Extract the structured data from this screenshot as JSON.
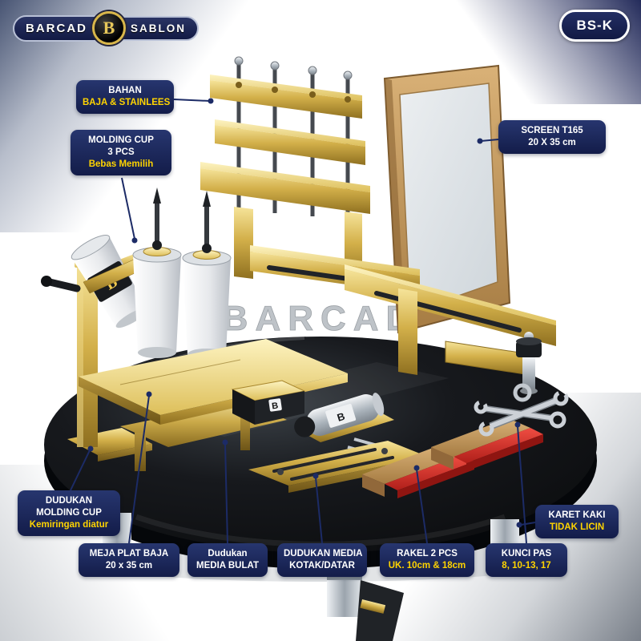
{
  "header": {
    "logo": {
      "left": "BARCAD",
      "emblem": "B",
      "right": "SABLON"
    },
    "model_badge": "BS-K"
  },
  "watermark": "BARCAD",
  "colors": {
    "navy_box": "#1b2a5e",
    "accent_yellow": "#ffd400",
    "gold": "#d3b04a",
    "wood": "#c8a06a",
    "rakel_red": "#d0302a",
    "base_black": "#0b0d10",
    "chrome": "#aab3bb"
  },
  "callouts": {
    "bahan": {
      "lines": [
        {
          "text": "BAHAN"
        },
        {
          "text": "BAJA & STAINLEES",
          "accent": true
        }
      ]
    },
    "molding_cup": {
      "lines": [
        {
          "text": "MOLDING CUP"
        },
        {
          "text": "3 PCS"
        },
        {
          "text": "Bebas Memilih",
          "accent": true
        }
      ]
    },
    "screen": {
      "lines": [
        {
          "text": "SCREEN T165"
        },
        {
          "text": "20 X 35 cm"
        }
      ]
    },
    "dudukan_molding_cup": {
      "lines": [
        {
          "text": "DUDUKAN"
        },
        {
          "text": "MOLDING CUP"
        },
        {
          "text": "Kemiringan diatur",
          "accent": true
        }
      ]
    },
    "meja_plat_baja": {
      "lines": [
        {
          "text": "MEJA PLAT BAJA"
        },
        {
          "text": "20 x 35 cm"
        }
      ]
    },
    "dudukan_media_bulat": {
      "lines": [
        {
          "text": "Dudukan"
        },
        {
          "text": "MEDIA BULAT"
        }
      ]
    },
    "dudukan_media_kotak": {
      "lines": [
        {
          "text": "DUDUKAN MEDIA"
        },
        {
          "text": "KOTAK/DATAR"
        }
      ]
    },
    "rakel": {
      "lines": [
        {
          "text": "RAKEL 2 PCS"
        },
        {
          "text": "UK. 10cm & 18cm",
          "accent": true
        }
      ]
    },
    "kunci_pas": {
      "lines": [
        {
          "text": "KUNCI PAS"
        },
        {
          "text": "8, 10-13, 17",
          "accent": true
        }
      ]
    },
    "karet_kaki": {
      "lines": [
        {
          "text": "KARET KAKI"
        },
        {
          "text": "TIDAK LICIN",
          "accent": true
        }
      ]
    }
  }
}
